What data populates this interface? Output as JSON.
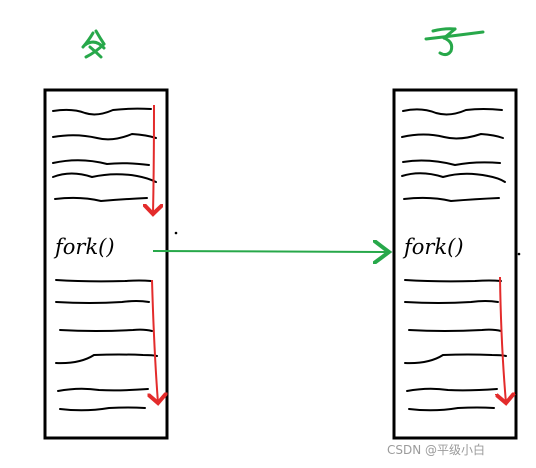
{
  "parent_label": "父",
  "child_label": "子",
  "left_panel": {
    "call_label": "fork()"
  },
  "right_panel": {
    "call_label": "fork()"
  },
  "watermark": "CSDN @平级小白",
  "colors": {
    "border": "#000000",
    "execution_arrow": "#e32b2b",
    "fork_arrow": "#27a84a",
    "label": "#27a84a",
    "watermark": "#9b9b9b"
  }
}
